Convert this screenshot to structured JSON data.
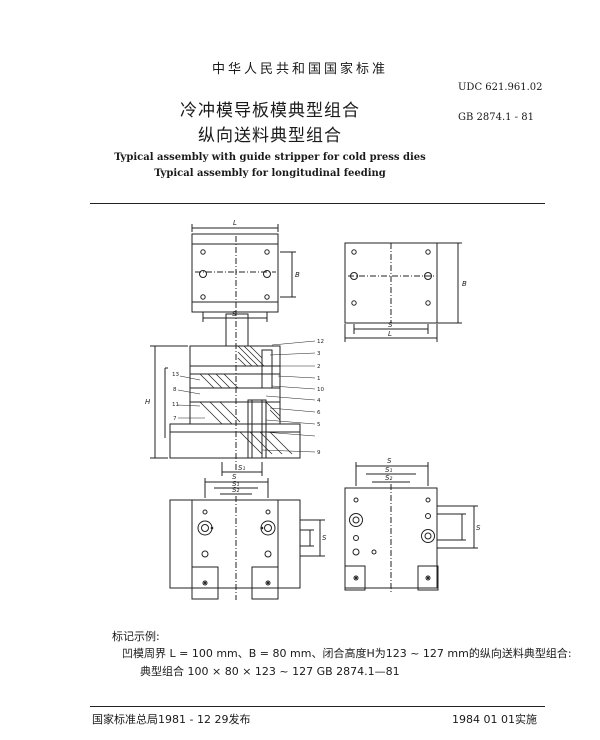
{
  "header": {
    "organization": "中华人民共和国国家标准",
    "title_line1": "冷冲模导板模典型组合",
    "title_line2": "纵向送料典型组合",
    "udc": "UDC 621.961.02",
    "standard_code": "GB 2874.1 - 81",
    "english_line1": "Typical assembly with guide stripper for cold press dies",
    "english_line2": "Typical assembly for longitudinal feeding"
  },
  "drawing": {
    "dim_L": "L",
    "dim_B": "B",
    "dim_H": "H",
    "dim_S": "S",
    "dim_S1": "S₁",
    "dim_S2": "S₂",
    "callouts": [
      "12",
      "3",
      "2",
      "1",
      "10",
      "4",
      "6",
      "5",
      "9",
      "13",
      "8",
      "11",
      "7"
    ]
  },
  "example": {
    "label": "标记示例:",
    "line1": "凹模周界 L = 100 mm、B = 80 mm、闭合高度H为123 ~ 127 mm的纵向送料典型组合:",
    "line2": "典型组合 100 × 80 × 123 ~ 127 GB 2874.1—81"
  },
  "footer": {
    "issued": "国家标准总局1981 - 12 29发布",
    "effective": "1984 01 01实施"
  }
}
